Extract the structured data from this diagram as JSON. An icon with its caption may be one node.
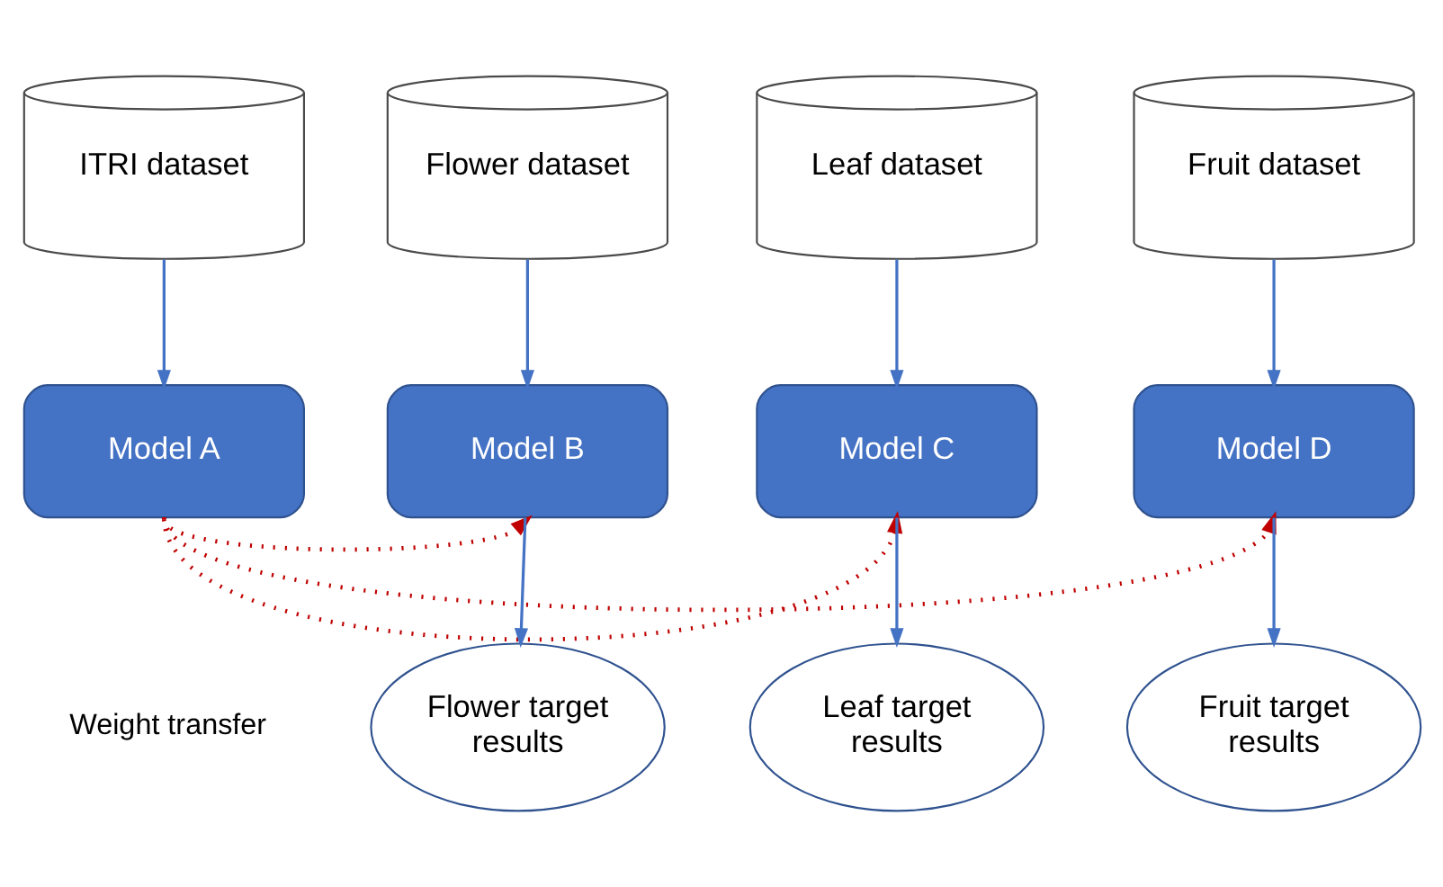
{
  "diagram": {
    "nodes": [
      {
        "text": [
          "ITRI dataset"
        ]
      },
      {
        "text": [
          "Flower dataset"
        ]
      },
      {
        "text": [
          "Leaf dataset"
        ]
      },
      {
        "text": [
          "Fruit dataset"
        ]
      },
      {
        "text": [
          "Model A"
        ]
      },
      {
        "text": [
          "Model B"
        ]
      },
      {
        "text": [
          "Model C"
        ]
      },
      {
        "text": [
          "Model D"
        ]
      },
      {
        "text": [
          "Flower target results"
        ]
      },
      {
        "text": [
          "Leaf target results"
        ]
      },
      {
        "text": [
          "Fruit target results"
        ]
      }
    ],
    "edges": [
      {
        "from": 0,
        "to": 4,
        "arrow": "to"
      },
      {
        "from": 1,
        "to": 5,
        "arrow": "to"
      },
      {
        "from": 2,
        "to": 6,
        "arrow": "to"
      },
      {
        "from": 3,
        "to": 7,
        "arrow": "to"
      },
      {
        "from": 4,
        "to": 5,
        "arrow": "to",
        "style": "dashed",
        "color": "#c00000"
      },
      {
        "from": 4,
        "to": 6,
        "arrow": "to",
        "style": "dashed",
        "color": "#c00000"
      },
      {
        "from": 4,
        "to": 7,
        "arrow": "to",
        "style": "dashed",
        "color": "#c00000"
      },
      {
        "from": 5,
        "to": 8,
        "arrow": "to"
      },
      {
        "from": 6,
        "to": 9,
        "arrow": "to"
      },
      {
        "from": 7,
        "to": 10,
        "arrow": "to"
      }
    ],
    "labels": [
      "Weight transfer"
    ]
  }
}
